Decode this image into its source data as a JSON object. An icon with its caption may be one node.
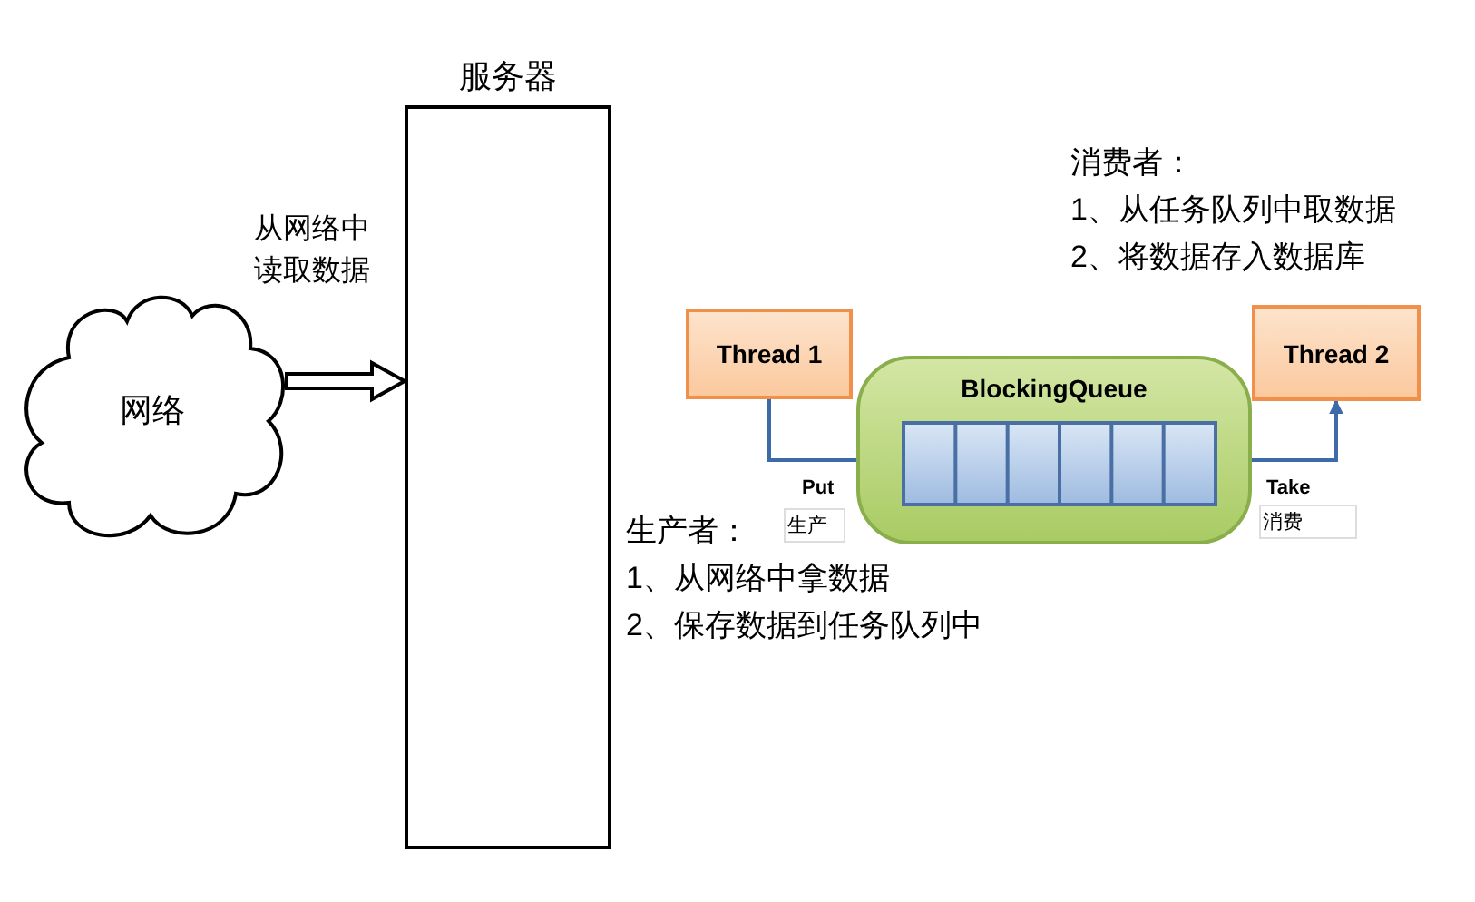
{
  "diagram": {
    "nodes": [
      {
        "text": [
          "网络"
        ]
      },
      {
        "text": [
          "服务器"
        ]
      },
      {
        "text": [
          "Thread 1"
        ]
      },
      {
        "text": [
          "BlockingQueue"
        ]
      },
      {
        "text": [],
        "shape": "box",
        "in": 3
      },
      {
        "text": [
          "Thread 2"
        ]
      }
    ],
    "edges": [
      {
        "from": 0,
        "to": 1,
        "arrow": "to",
        "label": "从网络中读取数据"
      },
      {
        "from": 2,
        "to": 4,
        "arrow": "to",
        "label": "Put",
        "color": "#3d6aa8"
      },
      {
        "from": 4,
        "to": 5,
        "arrow": "to",
        "label": "Take",
        "color": "#3d6aa8"
      }
    ],
    "labels": [
      "生产",
      "消费",
      "生产者：",
      "1、从网络中拿数据",
      "2、保存数据到任务队列中",
      "消费者：",
      "1、从任务队列中取数据",
      "2、将数据存入数据库"
    ]
  }
}
